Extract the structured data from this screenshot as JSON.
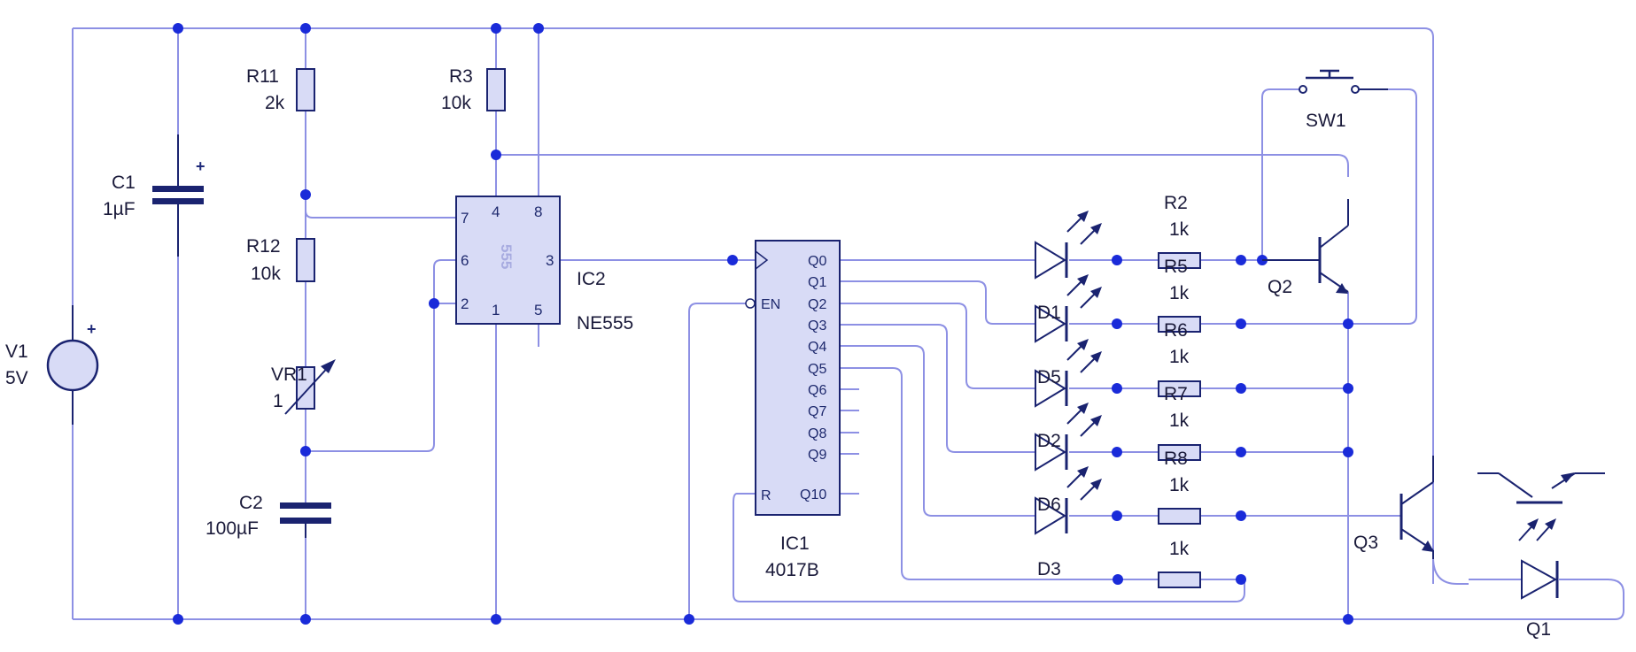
{
  "components": {
    "V1": {
      "ref": "V1",
      "value": "5V"
    },
    "C1": {
      "ref": "C1",
      "value": "1µF"
    },
    "C2": {
      "ref": "C2",
      "value": "100µF"
    },
    "R11": {
      "ref": "R11",
      "value": "2k"
    },
    "R12": {
      "ref": "R12",
      "value": "10k"
    },
    "VR1": {
      "ref": "VR1",
      "value": "1"
    },
    "R3": {
      "ref": "R3",
      "value": "10k"
    },
    "IC2": {
      "ref": "IC2",
      "value": "NE555",
      "body_text": "555",
      "pins": {
        "p7": "7",
        "p4": "4",
        "p8": "8",
        "p6": "6",
        "p3": "3",
        "p2": "2",
        "p1": "1",
        "p5": "5"
      }
    },
    "IC1": {
      "ref": "IC1",
      "value": "4017B",
      "pins": {
        "en": "EN",
        "r": "R",
        "q0": "Q0",
        "q1": "Q1",
        "q2": "Q2",
        "q3": "Q3",
        "q4": "Q4",
        "q5": "Q5",
        "q6": "Q6",
        "q7": "Q7",
        "q8": "Q8",
        "q9": "Q9",
        "q10": "Q10"
      }
    },
    "SW1": {
      "ref": "SW1"
    },
    "Q1": {
      "ref": "Q1"
    },
    "Q2": {
      "ref": "Q2"
    },
    "Q3": {
      "ref": "Q3"
    },
    "D1": {
      "ref": "D1"
    },
    "D2": {
      "ref": "D2"
    },
    "D3": {
      "ref": "D3"
    },
    "D5": {
      "ref": "D5"
    },
    "D6": {
      "ref": "D6"
    },
    "R2": {
      "ref": "R2",
      "value": "1k"
    },
    "R5": {
      "ref": "R5",
      "value": "1k"
    },
    "R6": {
      "ref": "R6",
      "value": "1k"
    },
    "R7": {
      "ref": "R7",
      "value": "1k"
    },
    "R8": {
      "ref": "R8",
      "value": "1k"
    },
    "R_last": {
      "value": "1k"
    }
  },
  "plus_mark": "+",
  "colors": {
    "wire": "#8d90e4",
    "dot": "#1a2bd9",
    "body": "#1f2a6e",
    "fill": "#d8dbf6",
    "line": "#1a2370"
  }
}
